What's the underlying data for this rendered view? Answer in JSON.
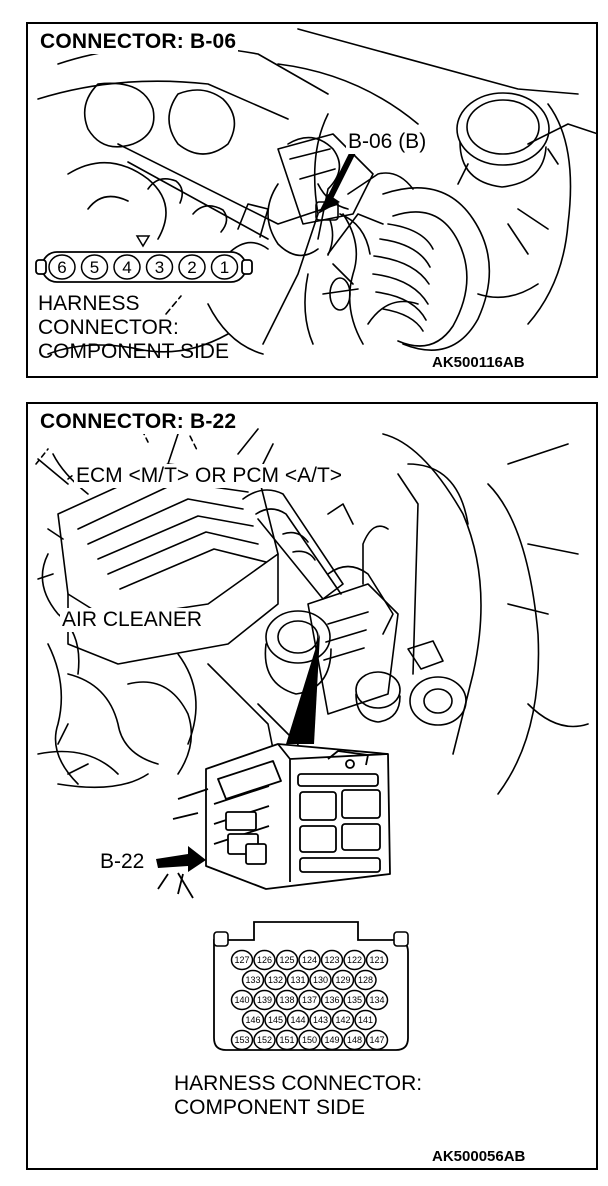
{
  "panel1": {
    "title": "CONNECTOR: B-06",
    "callout": "B-06 (B)",
    "pins": [
      "6",
      "5",
      "4",
      "3",
      "2",
      "1"
    ],
    "harness_lines": [
      "HARNESS",
      "CONNECTOR:",
      "COMPONENT SIDE"
    ],
    "figure_code": "AK500116AB"
  },
  "panel2": {
    "title": "CONNECTOR: B-22",
    "ecm_label": "ECM <M/T> OR PCM <A/T>",
    "air_cleaner_label": "AIR CLEANER",
    "callout": "B-22",
    "pin_rows": [
      [
        "127",
        "126",
        "125",
        "124",
        "123",
        "122",
        "121"
      ],
      [
        "133",
        "132",
        "131",
        "130",
        "129",
        "128"
      ],
      [
        "140",
        "139",
        "138",
        "137",
        "136",
        "135",
        "134"
      ],
      [
        "146",
        "145",
        "144",
        "143",
        "142",
        "141"
      ],
      [
        "153",
        "152",
        "151",
        "150",
        "149",
        "148",
        "147"
      ]
    ],
    "harness_lines": [
      "HARNESS CONNECTOR:",
      "COMPONENT SIDE"
    ],
    "figure_code": "AK500056AB"
  }
}
